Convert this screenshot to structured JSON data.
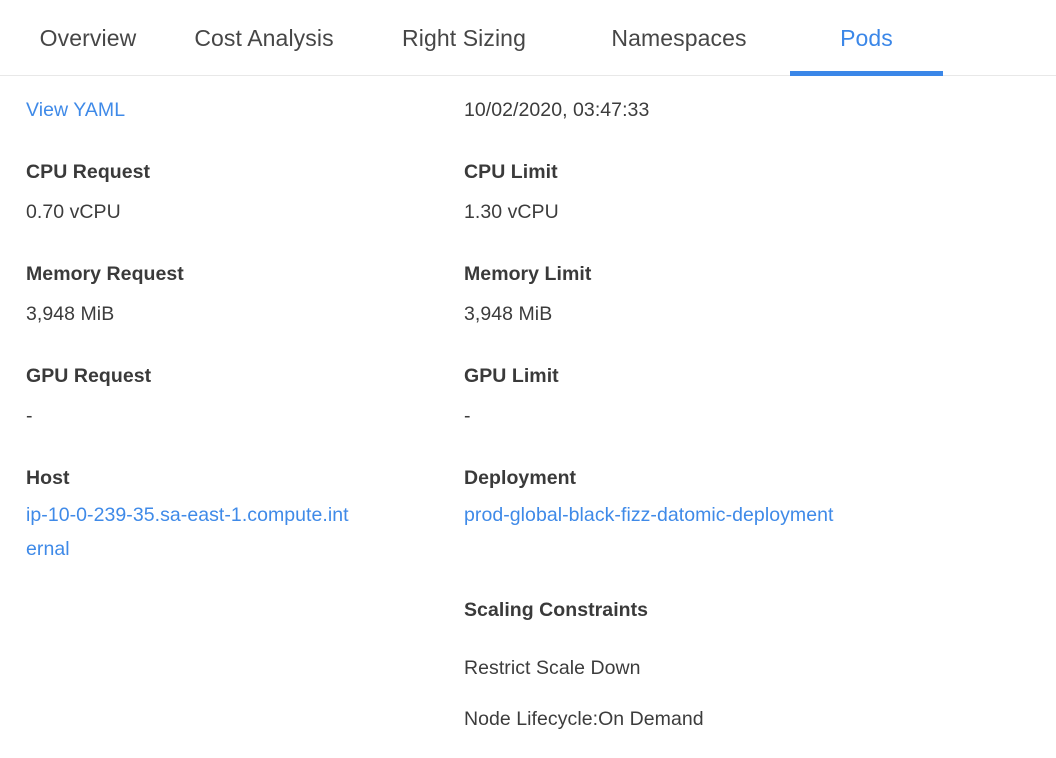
{
  "tabs": [
    {
      "label": "Overview",
      "active": false
    },
    {
      "label": "Cost Analysis",
      "active": false
    },
    {
      "label": "Right Sizing",
      "active": false
    },
    {
      "label": "Namespaces",
      "active": false
    },
    {
      "label": "Pods",
      "active": true
    }
  ],
  "colors": {
    "accent": "#3b87e8",
    "link": "#3f8ae8",
    "text": "#3c3c3c",
    "heading": "#3a3a3a",
    "border": "#e8e8e8",
    "background": "#ffffff"
  },
  "details": {
    "view_yaml_link": "View YAML",
    "timestamp": "10/02/2020, 03:47:33",
    "cpu_request_label": "CPU Request",
    "cpu_request_value": "0.70 vCPU",
    "cpu_limit_label": "CPU Limit",
    "cpu_limit_value": "1.30 vCPU",
    "memory_request_label": "Memory Request",
    "memory_request_value": "3,948 MiB",
    "memory_limit_label": "Memory Limit",
    "memory_limit_value": "3,948 MiB",
    "gpu_request_label": "GPU Request",
    "gpu_request_value": "-",
    "gpu_limit_label": "GPU Limit",
    "gpu_limit_value": "-",
    "host_label": "Host",
    "host_value": "ip-10-0-239-35.sa-east-1.compute.internal",
    "deployment_label": "Deployment",
    "deployment_value": "prod-global-black-fizz-datomic-deployment",
    "scaling_constraints_label": "Scaling Constraints",
    "scaling_constraints": [
      "Restrict Scale Down",
      "Node Lifecycle:On Demand"
    ]
  }
}
